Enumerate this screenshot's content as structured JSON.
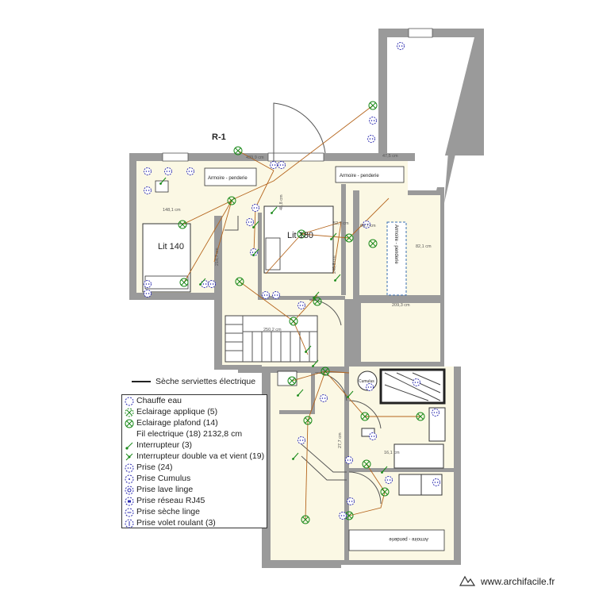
{
  "level_label": "R-1",
  "room_labels": {
    "bed_left": "Lit 140",
    "bed_right": "Lit 180"
  },
  "furniture_labels": {
    "wardrobe_left": "Armoire - penderie",
    "wardrobe_mid": "Armoire - penderie",
    "wardrobe_right": "Armoire - penderie",
    "wardrobe_bottom": "Armoire - penderie",
    "water_heater": "Cumulus"
  },
  "dimensions": {
    "d1": "439,9 cm",
    "d2": "47,5 cm",
    "d3": "148,1 cm",
    "d4": "64,7 cm",
    "d5": "52,7 cm",
    "d6": "82,1 cm",
    "d7": "209,3 cm",
    "d8": "250,2 cm",
    "d9": "218,7 cm",
    "d10": "240,8 cm",
    "d11": "48,8 cm",
    "d12": "27,7 cm",
    "d13": "16,1 cm"
  },
  "legend_top": {
    "label": "Sèche serviettes électrique"
  },
  "legend": [
    {
      "icon": "chauffe-eau-icon",
      "label": "Chauffe eau"
    },
    {
      "icon": "eclairage-applique-icon",
      "label": "Eclairage applique (5)"
    },
    {
      "icon": "eclairage-plafond-icon",
      "label": "Eclairage plafond (14)"
    },
    {
      "icon": "",
      "label": "Fil electrique (18) 2132,8 cm"
    },
    {
      "icon": "interrupteur-icon",
      "label": "Interrupteur (3)"
    },
    {
      "icon": "interrupteur-va-et-vient-icon",
      "label": "Interrupteur double va et vient (19)"
    },
    {
      "icon": "prise-icon",
      "label": "Prise (24)"
    },
    {
      "icon": "prise-cumulus-icon",
      "label": "Prise Cumulus"
    },
    {
      "icon": "prise-lave-linge-icon",
      "label": "Prise lave linge"
    },
    {
      "icon": "prise-rj45-icon",
      "label": "Prise réseau RJ45"
    },
    {
      "icon": "prise-seche-linge-icon",
      "label": "Prise sèche linge"
    },
    {
      "icon": "prise-volet-roulant-icon",
      "label": "Prise volet roulant (3)"
    }
  ],
  "credit": "www.archifacile.fr",
  "colors": {
    "wall": "#9a9a9a",
    "floor": "#fbf8e4",
    "wire": "#b5651d",
    "light_symbol": "#1a8a1a",
    "outlet_symbol": "#2b2bb0"
  }
}
